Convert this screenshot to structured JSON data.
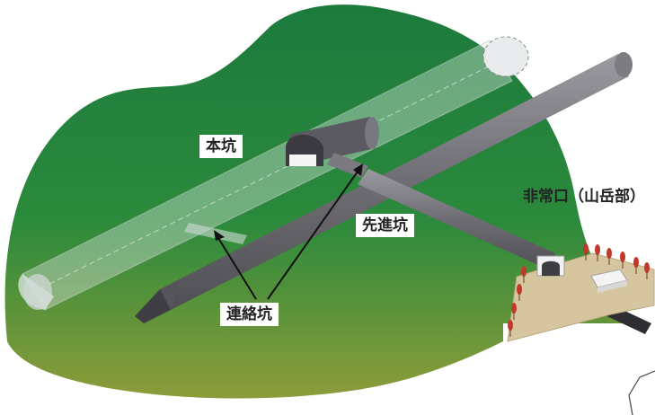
{
  "labels": {
    "main_tunnel": "本坑",
    "pilot_tunnel": "先進坑",
    "connecting_tunnel": "連絡坑",
    "emergency_exit": "非常口（山岳部）"
  },
  "colors": {
    "mountain_top": "#1f7a3c",
    "mountain_bottom": "#8a9a3a",
    "pilot_tunnel": "#6e6e74",
    "main_tunnel_glass": "#dfe9e6",
    "ground_pad": "#d6c6a0",
    "trees": "#c0392b"
  }
}
